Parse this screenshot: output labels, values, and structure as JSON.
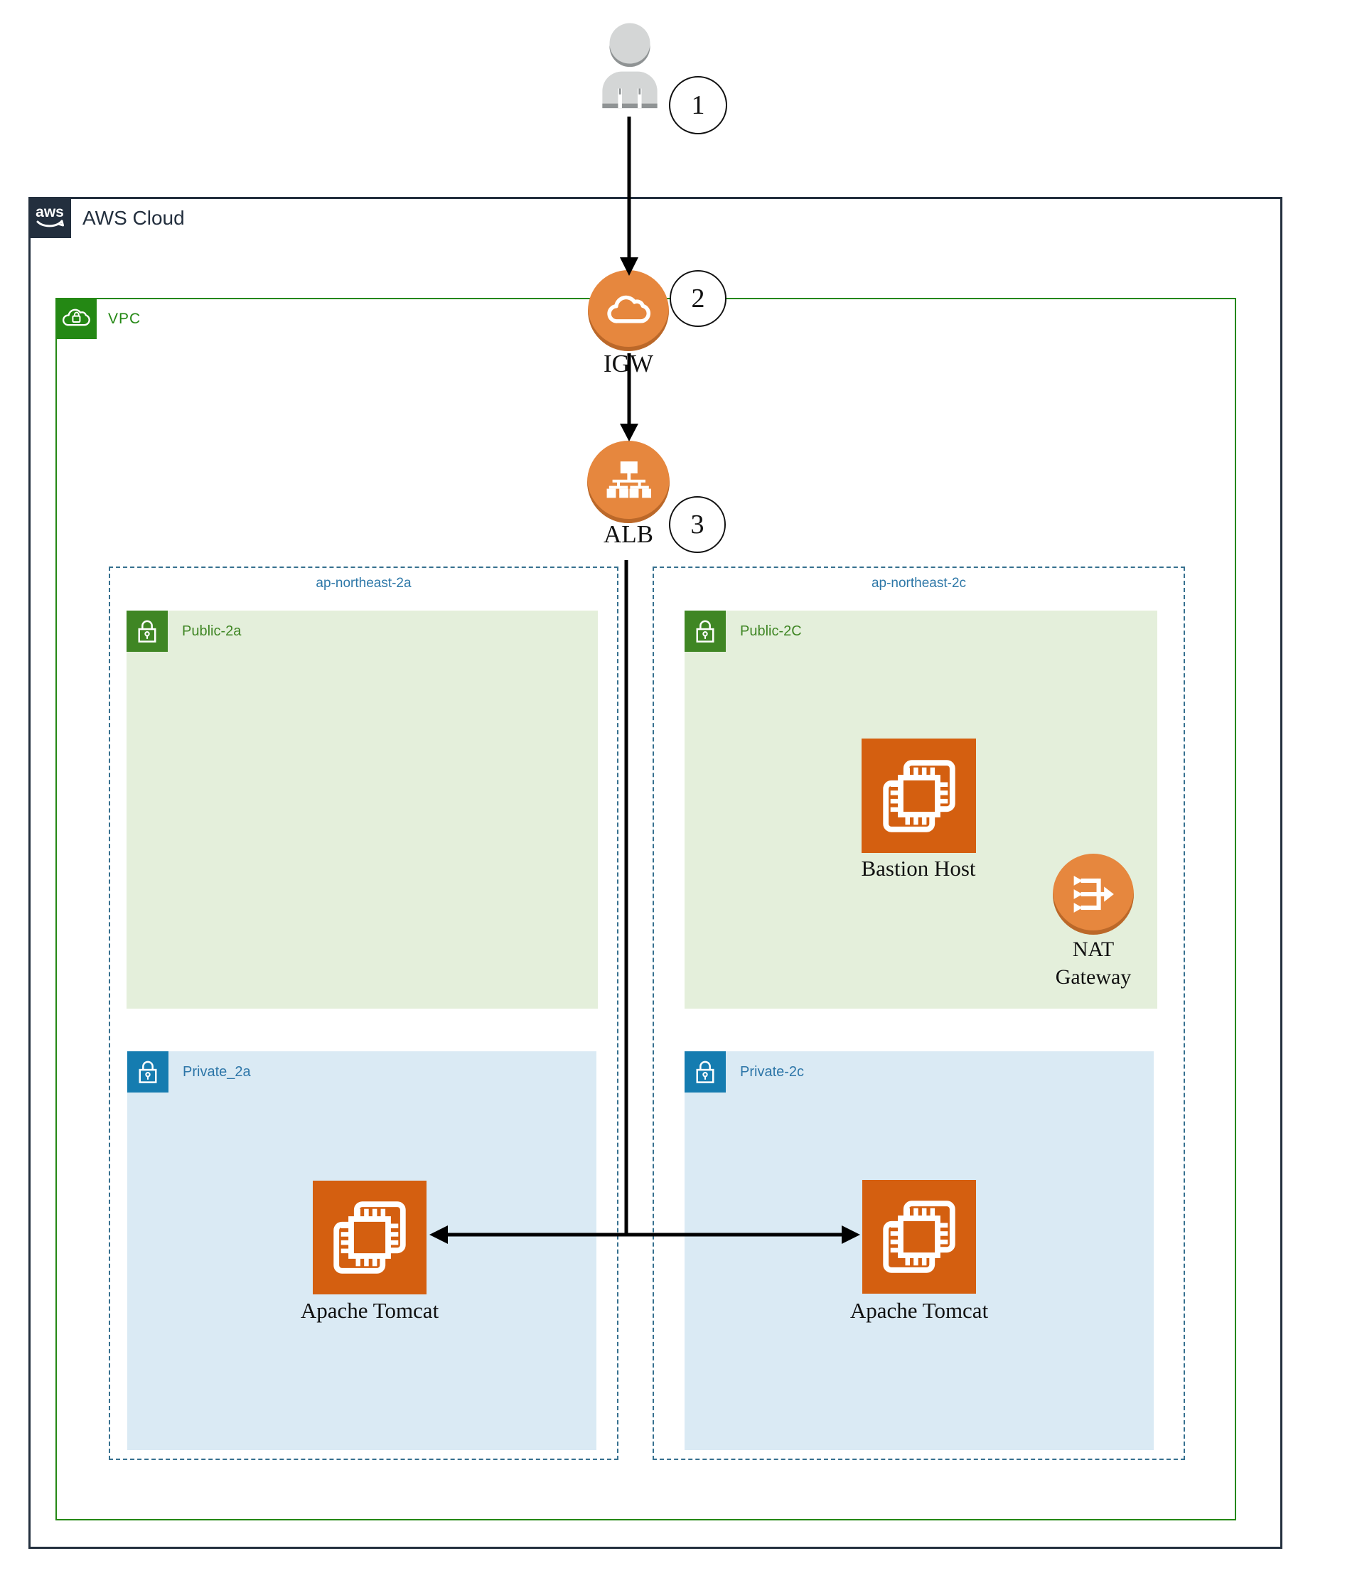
{
  "header": {
    "aws_logo_text": "aws",
    "aws_cloud_label": "AWS Cloud",
    "vpc_label": "VPC"
  },
  "steps": [
    {
      "n": "1"
    },
    {
      "n": "2"
    },
    {
      "n": "3"
    }
  ],
  "nodes": {
    "igw": "IGW",
    "alb": "ALB",
    "bastion": "Bastion Host",
    "nat_line1": "NAT",
    "nat_line2": "Gateway",
    "tomcat_a": "Apache Tomcat",
    "tomcat_c": "Apache Tomcat"
  },
  "zones": {
    "az_a": {
      "label": "ap-northeast-2a",
      "public": "Public-2a",
      "private": "Private_2a"
    },
    "az_c": {
      "label": "ap-northeast-2c",
      "public": "Public-2C",
      "private": "Private-2c"
    }
  },
  "colors": {
    "aws_border": "#232f3e",
    "vpc_green": "#248814",
    "subnet_icon_green": "#3f8624",
    "public_subnet_fill": "#e4efdb",
    "private_subnet_fill": "#daeaf4",
    "private_icon_blue": "#157cb0",
    "az_border_blue": "#36708f",
    "az_label_blue": "#2e78a8",
    "resource_circle_orange": "#e6873e",
    "ec2_orange": "#d45f10",
    "arrow_black": "#000000"
  }
}
